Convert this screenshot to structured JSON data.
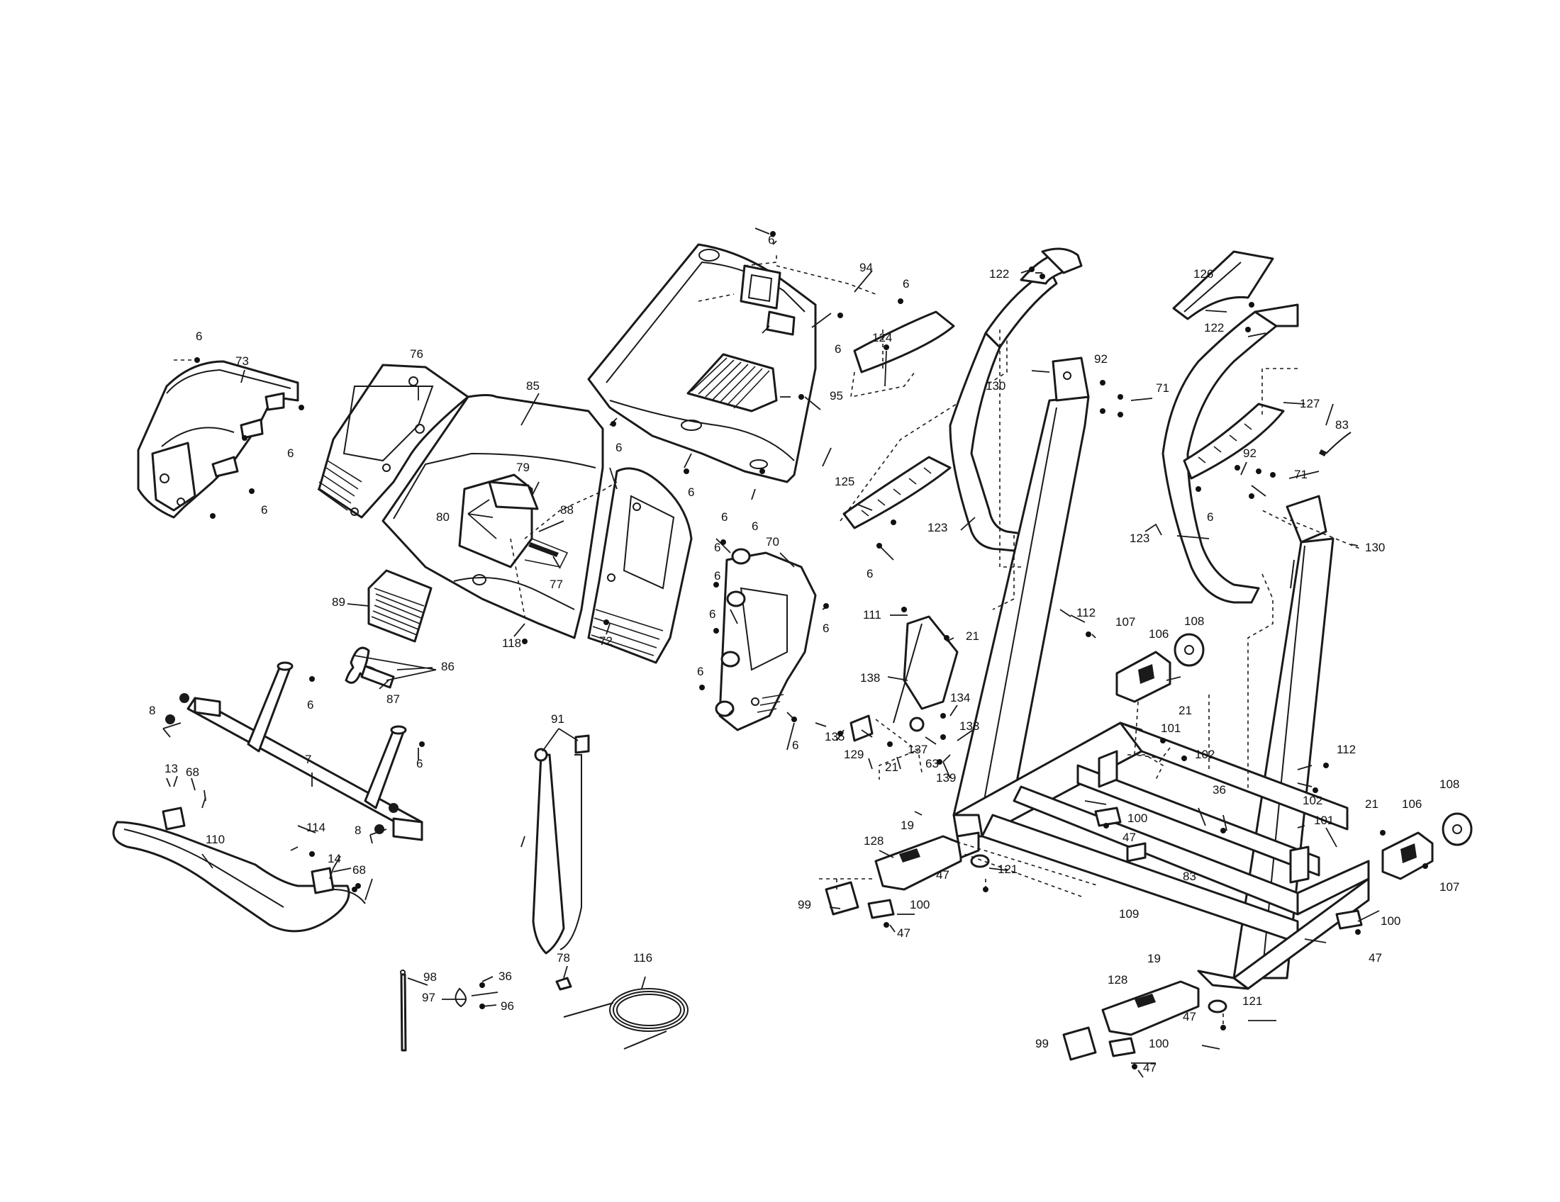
{
  "labels": {
    "l6": "6",
    "l7": "7",
    "l8": "8",
    "l13": "13",
    "l14": "14",
    "l19": "19",
    "l21": "21",
    "l36": "36",
    "l47": "47",
    "l63": "63",
    "l68": "68",
    "l70": "70",
    "l71": "71",
    "l72": "72",
    "l73": "73",
    "l76": "76",
    "l77": "77",
    "l78": "78",
    "l79": "79",
    "l80": "80",
    "l83": "83",
    "l85": "85",
    "l86": "86",
    "l87": "87",
    "l88": "88",
    "l89": "89",
    "l91": "91",
    "l92": "92",
    "l94": "94",
    "l95": "95",
    "l96": "96",
    "l97": "97",
    "l98": "98",
    "l99": "99",
    "l100": "100",
    "l101": "101",
    "l102": "102",
    "l106": "106",
    "l107": "107",
    "l108": "108",
    "l109": "109",
    "l110": "110",
    "l111": "111",
    "l112": "112",
    "l114": "114",
    "l116": "116",
    "l118": "118",
    "l121": "121",
    "l122": "122",
    "l123": "123",
    "l124": "124",
    "l125": "125",
    "l126": "126",
    "l127": "127",
    "l128": "128",
    "l129": "129",
    "l130": "130",
    "l133": "133",
    "l134": "134",
    "l135": "135",
    "l137": "137",
    "l138": "138",
    "l139": "139"
  }
}
